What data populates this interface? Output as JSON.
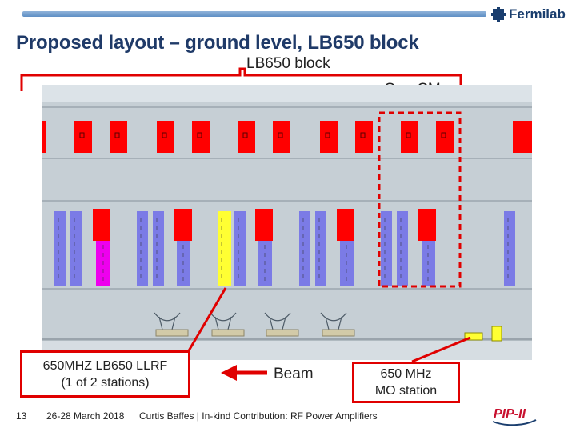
{
  "header": {
    "logo_text": "Fermilab",
    "title": "Proposed layout – ground level, LB650 block"
  },
  "annotations": {
    "block_label": "LB650 block",
    "cm_label": "One CM",
    "llrf_callout": "650MHZ LB650 LLRF\n(1 of 2 stations)",
    "beam_label": "Beam",
    "mo_callout": "650 MHz\nMO station"
  },
  "footer": {
    "slide_number": "13",
    "date": "26-28 March 2018",
    "credit": "Curtis Baffes | In-kind Contribution: RF Power Amplifiers",
    "program_logo": "PIP-II"
  },
  "colors": {
    "title": "#1f3a68",
    "accent_red": "#e00000",
    "rack_red": "#ff0000",
    "rack_blue": "#7b7be6",
    "rack_magenta": "#ee00ee",
    "rack_yellow": "#ffff33",
    "floor": "#c6cfd5"
  },
  "icons": {
    "fermilab": "fermilab-logo-icon",
    "pip": "pip-ii-logo-icon"
  }
}
